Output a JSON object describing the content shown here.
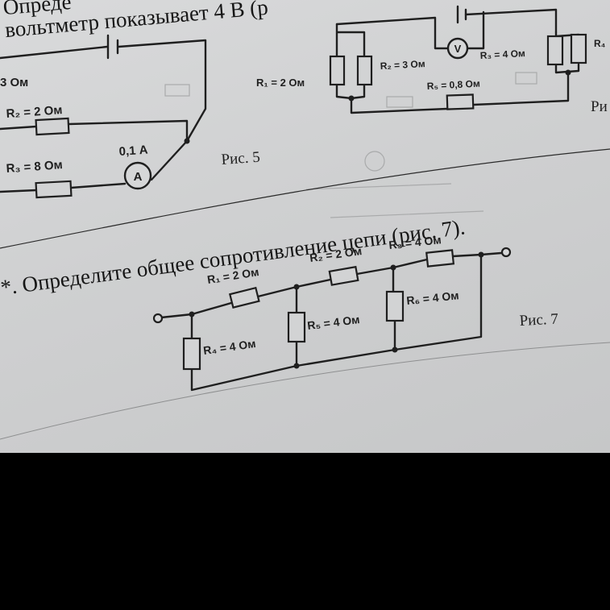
{
  "top_text": {
    "line1_fragment": "Опреде",
    "line2": "вольтметр показывает 4 В (р"
  },
  "fig5": {
    "caption": "Рис. 5",
    "r_top_cut": "3 Ом",
    "r2": "R₂ = 2 Ом",
    "r3": "R₃ = 8 Ом",
    "ammeter_reading": "0,1 А",
    "ammeter_symbol": "A"
  },
  "fig6": {
    "caption_cut": "Ри",
    "r1": "R₁ = 2 Ом",
    "r2": "R₂ = 3 Ом",
    "r3": "R₃ = 4 Ом",
    "r4_cut": "R₄",
    "r5": "R₅ = 0,8 Ом",
    "voltmeter_symbol": "V"
  },
  "task": {
    "text": "*. Определите общее сопротивление цепи (рис. 7)."
  },
  "fig7": {
    "caption": "Рис. 7",
    "r1": "R₁ = 2 Ом",
    "r2": "R₂ = 2 Ом",
    "r3": "R₃ = 4 Ом",
    "r4": "R₄ = 4 Ом",
    "r5": "R₅ = 4 Ом",
    "r6": "R₆ = 4 Ом"
  },
  "colors": {
    "paper": "#d2d3d4",
    "ink": "#1f1f1f",
    "background": "#000000"
  }
}
